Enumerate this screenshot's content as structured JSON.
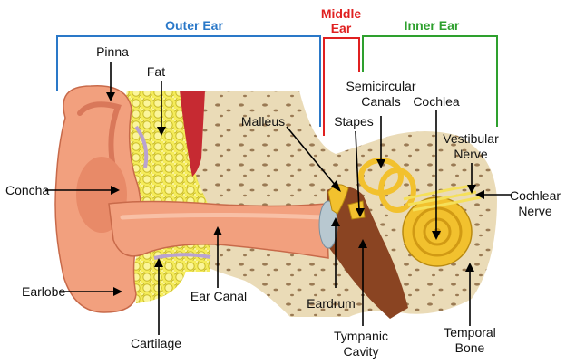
{
  "sections": {
    "outer": {
      "label": "Outer Ear",
      "color": "#2a78c8"
    },
    "middle": {
      "line1": "Middle",
      "line2": "Ear",
      "color": "#e02020"
    },
    "inner": {
      "label": "Inner Ear",
      "color": "#2ea02e"
    }
  },
  "labels": {
    "pinna": "Pinna",
    "fat": "Fat",
    "concha": "Concha",
    "earlobe": "Earlobe",
    "cartilage": "Cartilage",
    "ear_canal": "Ear Canal",
    "malleus": "Malleus",
    "stapes": "Stapes",
    "semicircular_1": "Semicircular",
    "semicircular_2": "Canals",
    "cochlea": "Cochlea",
    "vestibular_1": "Vestibular",
    "vestibular_2": "Nerve",
    "cochlear_nerve_1": "Cochlear",
    "cochlear_nerve_2": "Nerve",
    "eardrum": "Eardrum",
    "tympanic_1": "Tympanic",
    "tympanic_2": "Cavity",
    "temporal_1": "Temporal",
    "temporal_2": "Bone"
  },
  "colors": {
    "skin": "#f2a07e",
    "skin_dark": "#d9785a",
    "fat": "#f5ec5a",
    "bone": "#eadbb7",
    "bone_spot": "#9a7a54",
    "tympanic": "#8a4422",
    "cochlea": "#f2c12e",
    "eardrum": "#b8c8d0"
  }
}
